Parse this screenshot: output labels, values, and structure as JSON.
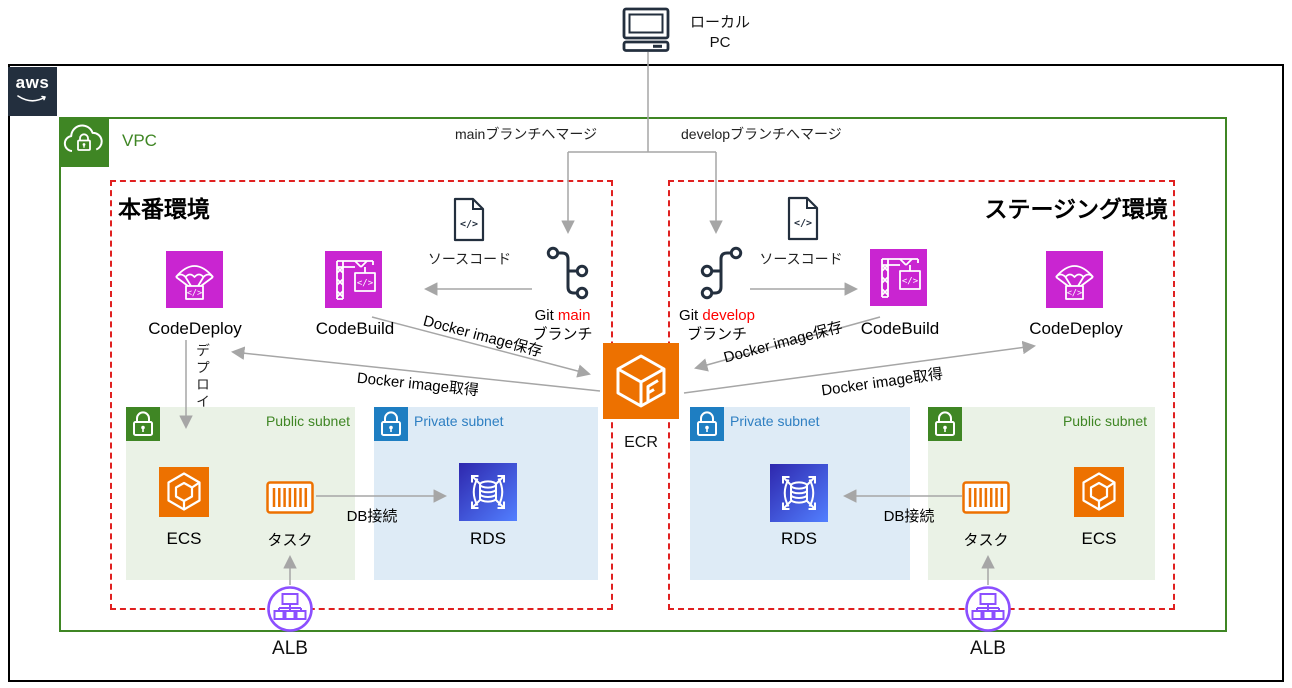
{
  "colors": {
    "aws_dark": "#232F3E",
    "vpc_green": "#3F8624",
    "env_border_red": "#E02020",
    "codesuite_magenta": "#C925D1",
    "container_orange": "#ED7100",
    "rds_blue_gradient_start": "#2E27AD",
    "rds_blue_gradient_end": "#527FFF",
    "private_subnet_blue": "#2E7FC2",
    "public_subnet_bg": "#EAF2E6",
    "private_subnet_bg": "#DEEBF6",
    "alb_purple": "#8C4FFF",
    "arrow_gray": "#A6A6A6",
    "branch_text_red": "#FF0000"
  },
  "header": {
    "aws_logo": "aws",
    "local_pc": {
      "line1": "ローカル",
      "line2": "PC"
    },
    "merge_main": "mainブランチへマージ",
    "merge_develop": "developブランチへマージ"
  },
  "vpc": {
    "label": "VPC"
  },
  "ecr": {
    "label": "ECR"
  },
  "production": {
    "title": "本番環境",
    "codedeploy": "CodeDeploy",
    "codebuild": "CodeBuild",
    "source_code": "ソースコード",
    "git": {
      "prefix": "Git",
      "branch": "main",
      "suffix": "ブランチ"
    },
    "docker_save": "Docker image保存",
    "docker_get": "Docker image取得",
    "deploy": "デプロイ",
    "public_subnet": {
      "label": "Public subnet",
      "ecs": "ECS",
      "task": "タスク"
    },
    "private_subnet": {
      "label": "Private subnet",
      "rds": "RDS"
    },
    "db_connect": "DB接続",
    "alb": "ALB"
  },
  "staging": {
    "title": "ステージング環境",
    "codedeploy": "CodeDeploy",
    "codebuild": "CodeBuild",
    "source_code": "ソースコード",
    "git": {
      "prefix": "Git",
      "branch": "develop",
      "suffix": "ブランチ"
    },
    "docker_save": "Docker image保存",
    "docker_get": "Docker image取得",
    "public_subnet": {
      "label": "Public subnet",
      "ecs": "ECS",
      "task": "タスク"
    },
    "private_subnet": {
      "label": "Private subnet",
      "rds": "RDS"
    },
    "db_connect": "DB接続",
    "alb": "ALB"
  }
}
